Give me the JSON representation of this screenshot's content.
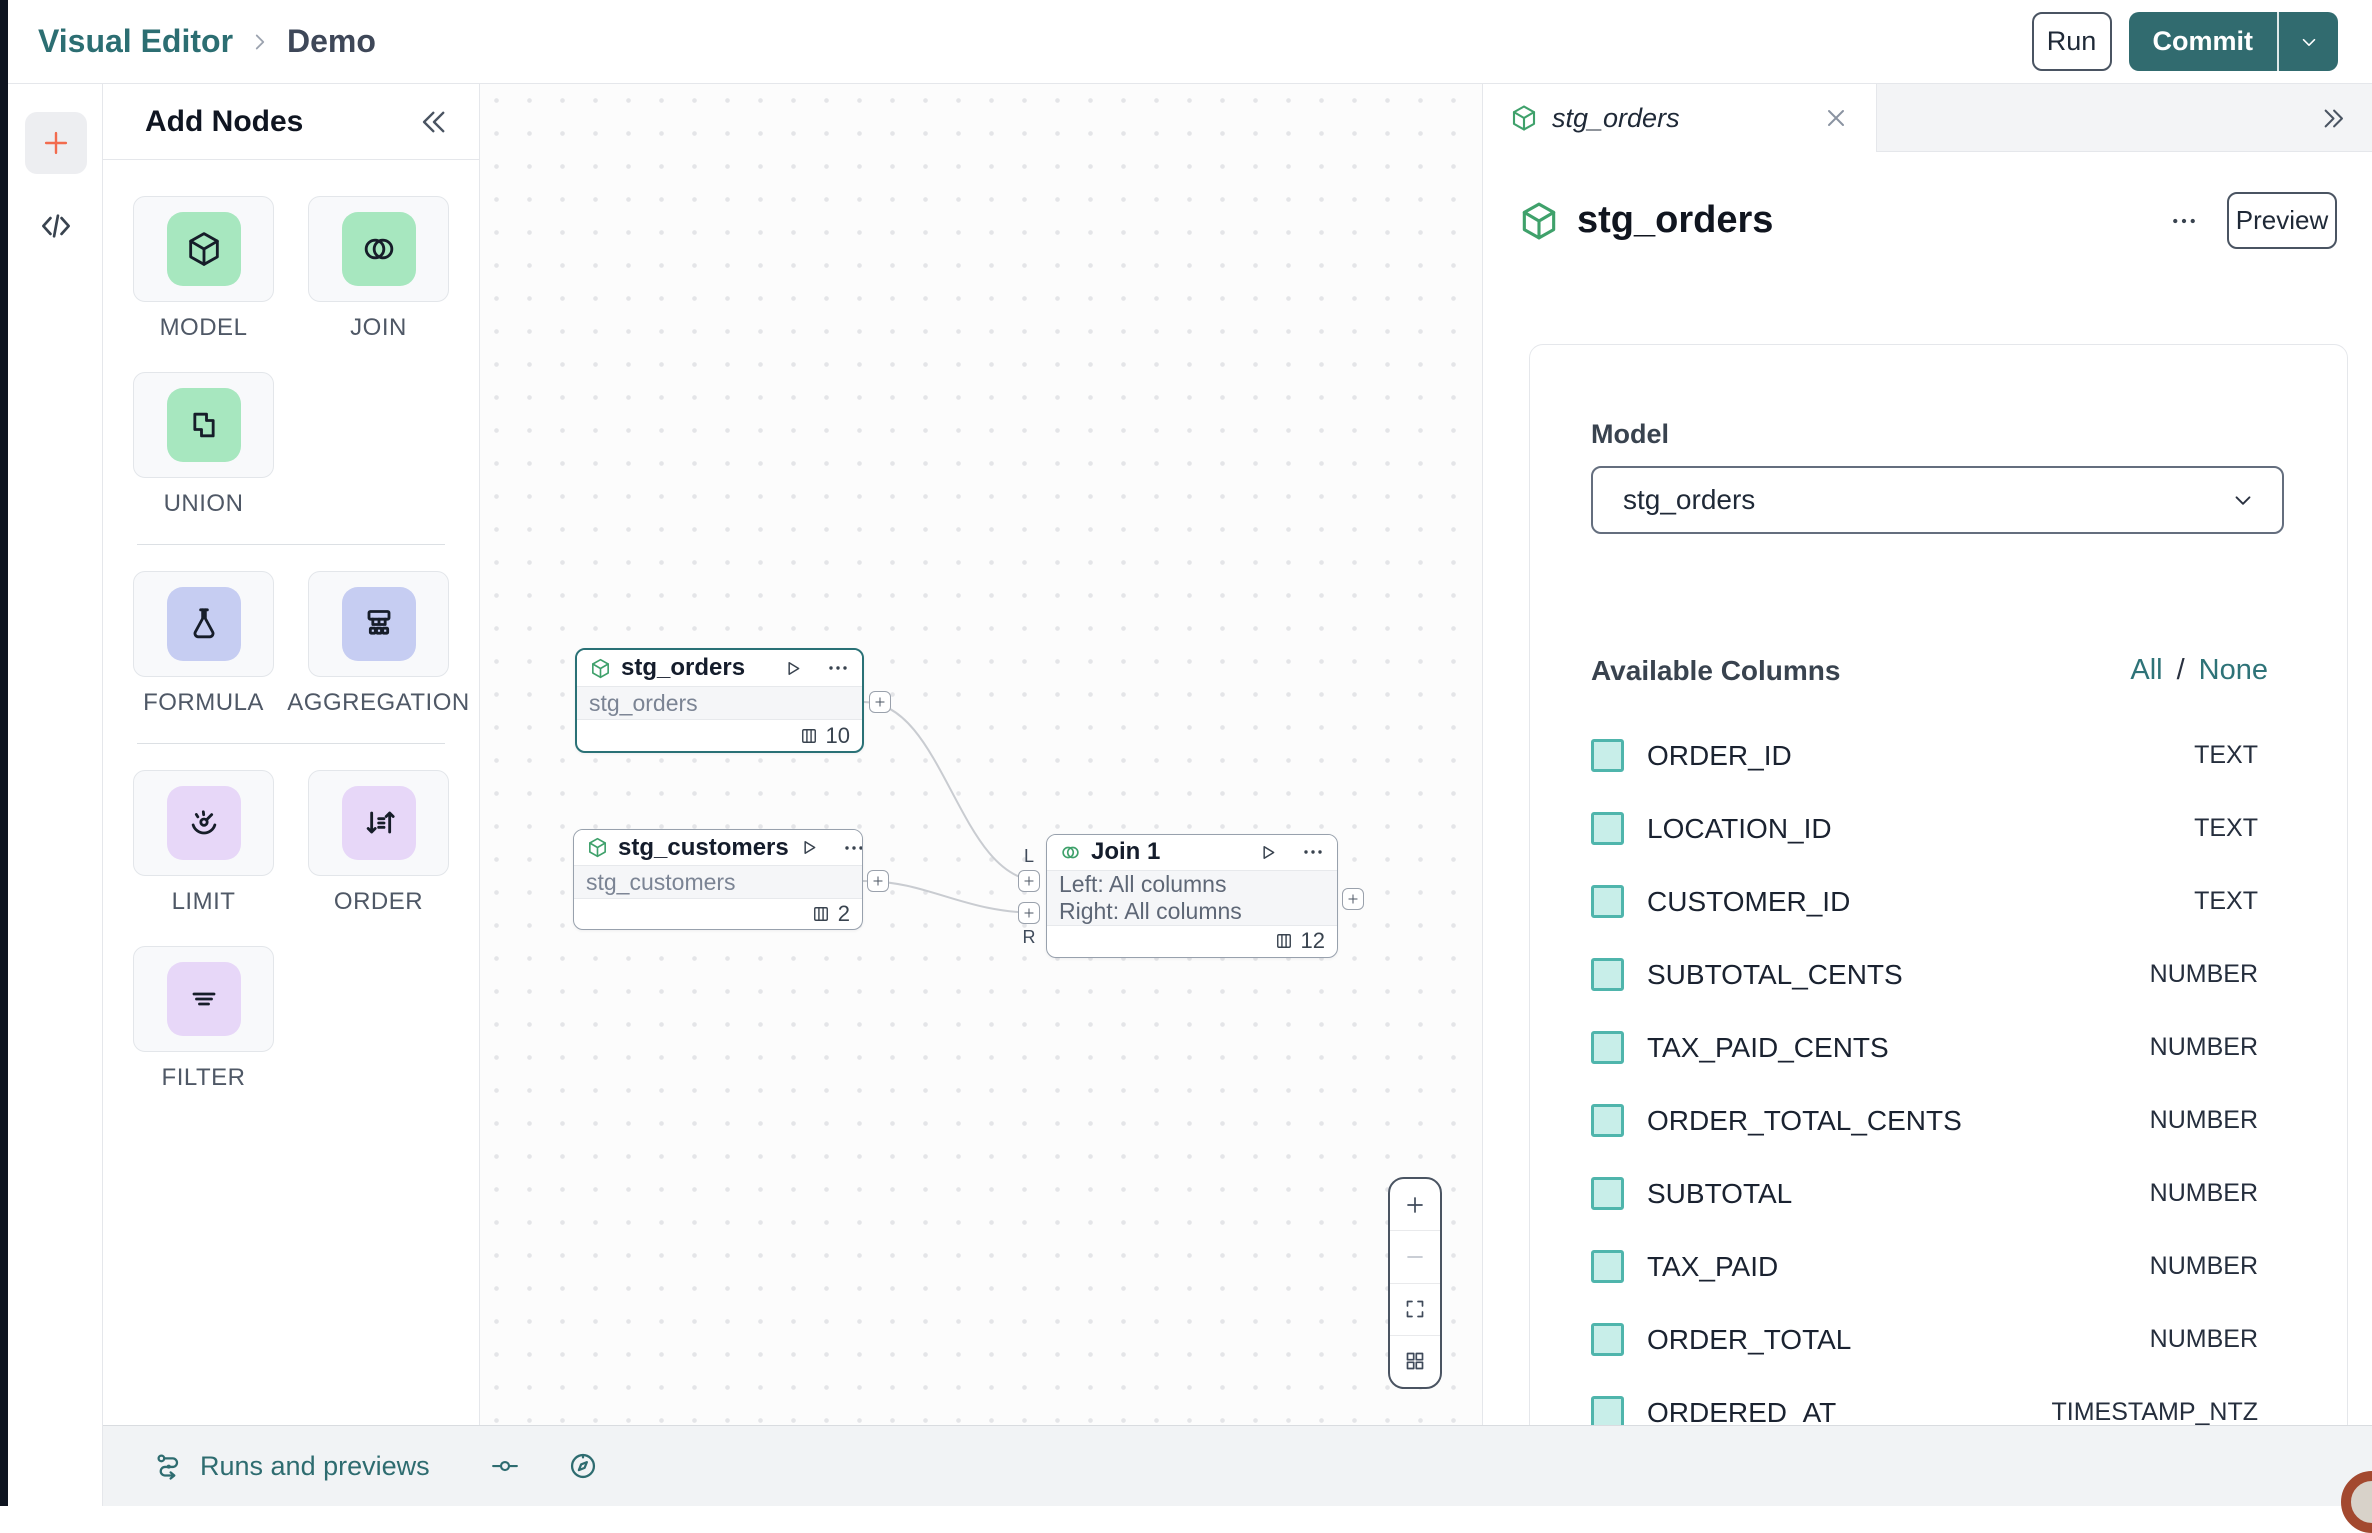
{
  "colors": {
    "accent_teal": "#2C6E72",
    "commit_bg": "#316B6F",
    "selected_node_border": "#2A7176",
    "add_plus_orange": "#F26B4E",
    "checkbox_fill": "#C8EEE9",
    "checkbox_border": "#4FB5AC"
  },
  "topbar": {
    "breadcrumb": {
      "link": "Visual Editor",
      "separator_icon": "chevron-right-icon",
      "current": "Demo"
    },
    "run_button": "Run",
    "commit_button": "Commit",
    "commit_menu_icon": "chevron-down-icon"
  },
  "left_rail": {
    "add_button_icon": "plus-icon",
    "code_button_icon": "code-icon"
  },
  "add_nodes": {
    "title": "Add Nodes",
    "collapse_icon": "double-chevron-left-icon",
    "groups": [
      {
        "items": [
          {
            "label": "MODEL",
            "icon": "cube-icon",
            "tile_color": "#A7E7BF"
          },
          {
            "label": "JOIN",
            "icon": "join-icon",
            "tile_color": "#A7E7BF"
          },
          {
            "label": "UNION",
            "icon": "union-icon",
            "tile_color": "#A7E7BF"
          }
        ]
      },
      {
        "items": [
          {
            "label": "FORMULA",
            "icon": "flask-icon",
            "tile_color": "#C6CDF2"
          },
          {
            "label": "AGGREGATION",
            "icon": "sitemap-icon",
            "tile_color": "#C6CDF2"
          }
        ]
      },
      {
        "items": [
          {
            "label": "LIMIT",
            "icon": "gauge-icon",
            "tile_color": "#E7D7F8"
          },
          {
            "label": "ORDER",
            "icon": "sort-icon",
            "tile_color": "#E7D7F8"
          },
          {
            "label": "FILTER",
            "icon": "filter-lines-icon",
            "tile_color": "#E7D7F8"
          }
        ]
      }
    ]
  },
  "canvas": {
    "nodes": [
      {
        "title": "stg_orders",
        "icon": "cube-icon",
        "subtitle": "stg_orders",
        "column_count": "10",
        "selected": true
      },
      {
        "title": "stg_customers",
        "icon": "cube-icon",
        "subtitle": "stg_customers",
        "column_count": "2",
        "selected": false
      },
      {
        "title": "Join 1",
        "icon": "join-icon",
        "body_lines": [
          "Left: All columns",
          "Right: All columns"
        ],
        "column_count": "12",
        "selected": false,
        "input_labels": [
          "L",
          "R"
        ]
      }
    ],
    "zoom_controls": [
      "zoom-in-icon",
      "zoom-out-icon",
      "fit-view-icon",
      "grid-view-icon"
    ]
  },
  "right_panel": {
    "tab": {
      "icon": "cube-icon",
      "label": "stg_orders",
      "close_icon": "close-icon"
    },
    "expand_icon": "double-chevron-right-icon",
    "header": {
      "icon": "cube-icon",
      "title": "stg_orders",
      "menu_icon": "ellipsis-icon",
      "preview_button": "Preview"
    },
    "model_section": {
      "label": "Model",
      "value": "stg_orders",
      "dropdown_icon": "chevron-down-icon"
    },
    "columns_section": {
      "title": "Available Columns",
      "select_all": "All",
      "separator": "/",
      "select_none": "None",
      "items": [
        {
          "name": "ORDER_ID",
          "type": "TEXT"
        },
        {
          "name": "LOCATION_ID",
          "type": "TEXT"
        },
        {
          "name": "CUSTOMER_ID",
          "type": "TEXT"
        },
        {
          "name": "SUBTOTAL_CENTS",
          "type": "NUMBER"
        },
        {
          "name": "TAX_PAID_CENTS",
          "type": "NUMBER"
        },
        {
          "name": "ORDER_TOTAL_CENTS",
          "type": "NUMBER"
        },
        {
          "name": "SUBTOTAL",
          "type": "NUMBER"
        },
        {
          "name": "TAX_PAID",
          "type": "NUMBER"
        },
        {
          "name": "ORDER_TOTAL",
          "type": "NUMBER"
        },
        {
          "name": "ORDERED_AT",
          "type": "TIMESTAMP_NTZ"
        }
      ]
    }
  },
  "bottom_bar": {
    "runs_icon": "route-icon",
    "label": "Runs and previews",
    "commit_icon": "git-commit-icon",
    "compass_icon": "compass-icon"
  }
}
